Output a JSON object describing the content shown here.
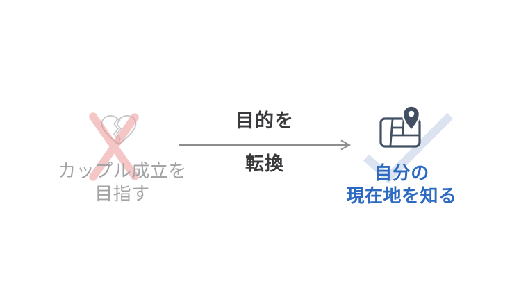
{
  "diagram": {
    "background_color": "#ffffff",
    "before": {
      "label": "カップル成立を\n目指す",
      "icon": "broken-heart",
      "overlay": "cross-out-x",
      "label_color": "#a3a3a5",
      "cross_color": "#f6c7c7",
      "heart_outline_color": "#c6c7ca"
    },
    "transition": {
      "label_top": "目的を",
      "label_bottom": "転換",
      "direction": "right",
      "label_color": "#3a3a3c",
      "arrow_color": "#8e8e8e"
    },
    "after": {
      "label": "自分の\n現在地を知る",
      "icon": "map-with-location-pin",
      "overlay": "checkmark",
      "label_color": "#2d6ac2",
      "check_color": "#dbe4f2",
      "icon_color": "#424f63"
    }
  }
}
